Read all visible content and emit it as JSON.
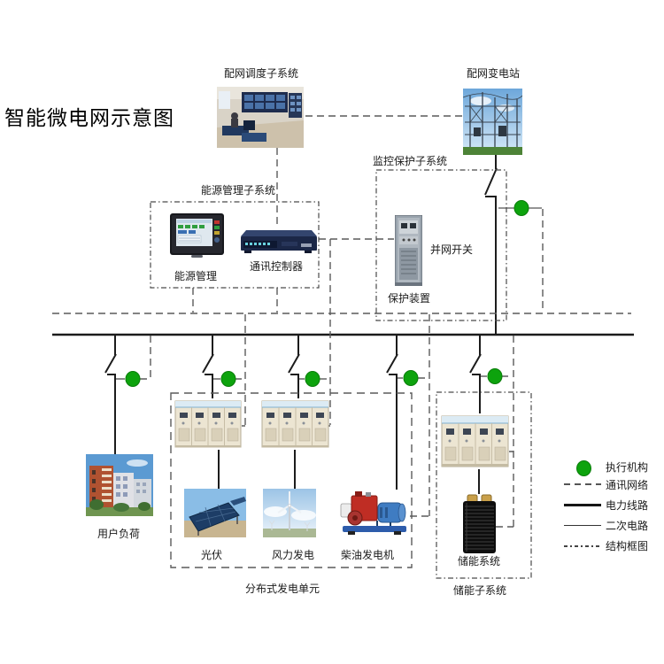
{
  "title": "智能微电网示意图",
  "nodes": {
    "dispatch": {
      "label": "配网调度子系统"
    },
    "substation": {
      "label": "配网变电站"
    },
    "energy_box": {
      "label": "能源管理子系统"
    },
    "energy_mgmt": {
      "label": "能源管理"
    },
    "comm_controller": {
      "label": "通讯控制器"
    },
    "protection_box": {
      "label": "监控保护子系统"
    },
    "grid_switch": {
      "label": "并网开关"
    },
    "protection_device": {
      "label": "保护装置"
    },
    "user_load": {
      "label": "用户负荷"
    },
    "pv": {
      "label": "光伏"
    },
    "wind": {
      "label": "风力发电"
    },
    "diesel": {
      "label": "柴油发电机"
    },
    "dg_box": {
      "label": "分布式发电单元"
    },
    "storage_system": {
      "label": "储能系统"
    },
    "storage_box": {
      "label": "储能子系统"
    }
  },
  "legend": {
    "items": [
      {
        "label": "执行机构",
        "type": "actuator-dot"
      },
      {
        "label": "通讯网络",
        "type": "dashed-line"
      },
      {
        "label": "电力线路",
        "type": "thick-solid-line"
      },
      {
        "label": "二次电路",
        "type": "thin-solid-line"
      },
      {
        "label": "结构框图",
        "type": "dash-dot-line"
      }
    ]
  },
  "colors": {
    "actuator_green": "#0da30d",
    "power_line": "#1c1c1c",
    "comm_line": "#5a5a5a",
    "frame_line": "#4a4a4a"
  }
}
